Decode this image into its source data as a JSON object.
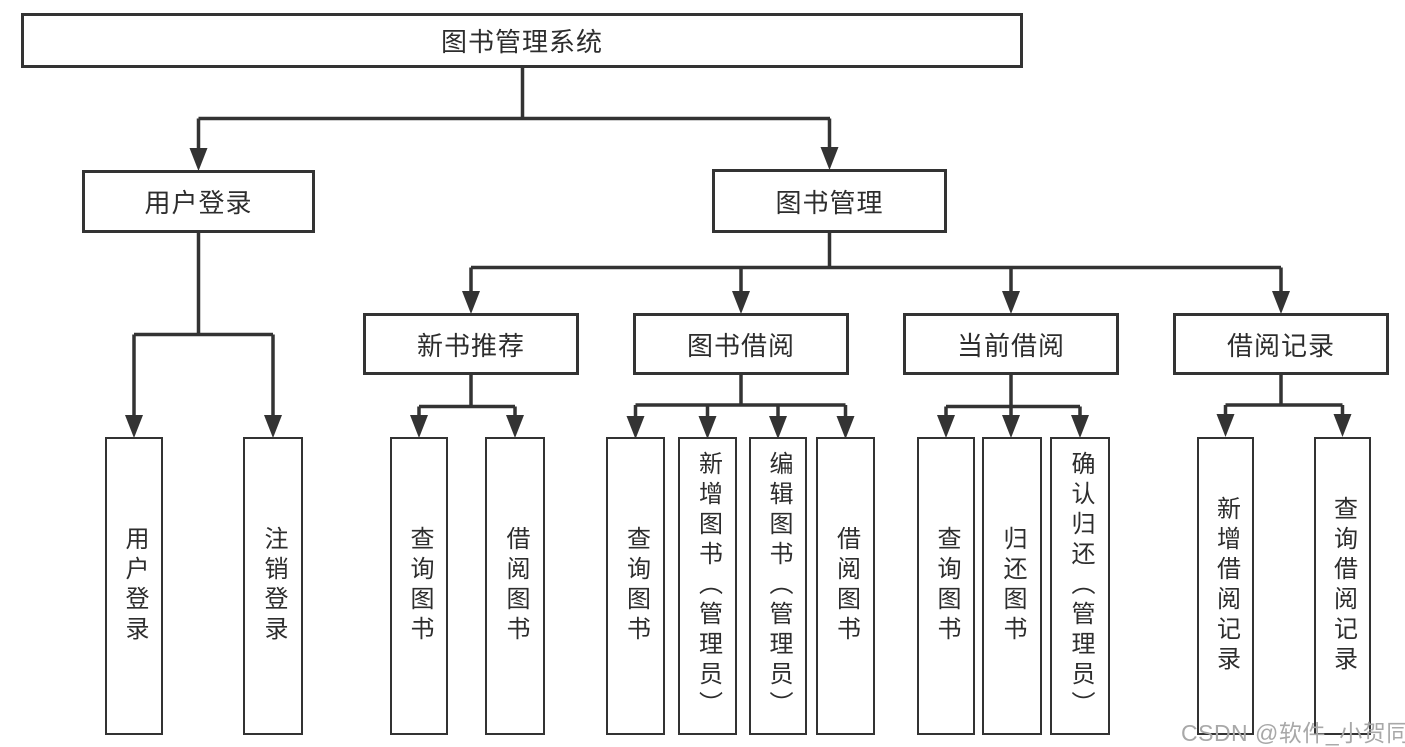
{
  "diagram_title": "图书管理系统",
  "nodes": {
    "root": "图书管理系统",
    "l2": [
      "用户登录",
      "图书管理"
    ],
    "l3": [
      "新书推荐",
      "图书借阅",
      "当前借阅",
      "借阅记录"
    ],
    "leaves_user": [
      "用户登录",
      "注销登录"
    ],
    "leaves_newbook": [
      "查询图书",
      "借阅图书"
    ],
    "leaves_borrow": [
      "查询图书",
      "新增图书（管理员）",
      "编辑图书（管理员）",
      "借阅图书"
    ],
    "leaves_current": [
      "查询图书",
      "归还图书",
      "确认归还（管理员）"
    ],
    "leaves_record": [
      "新增借阅记录",
      "查询借阅记录"
    ]
  },
  "watermark": "CSDN @软件_小贺同学",
  "colors": {
    "line": "#333333",
    "text": "#2d2d2d",
    "watermark": "#a8a8a8",
    "background": "#ffffff"
  }
}
